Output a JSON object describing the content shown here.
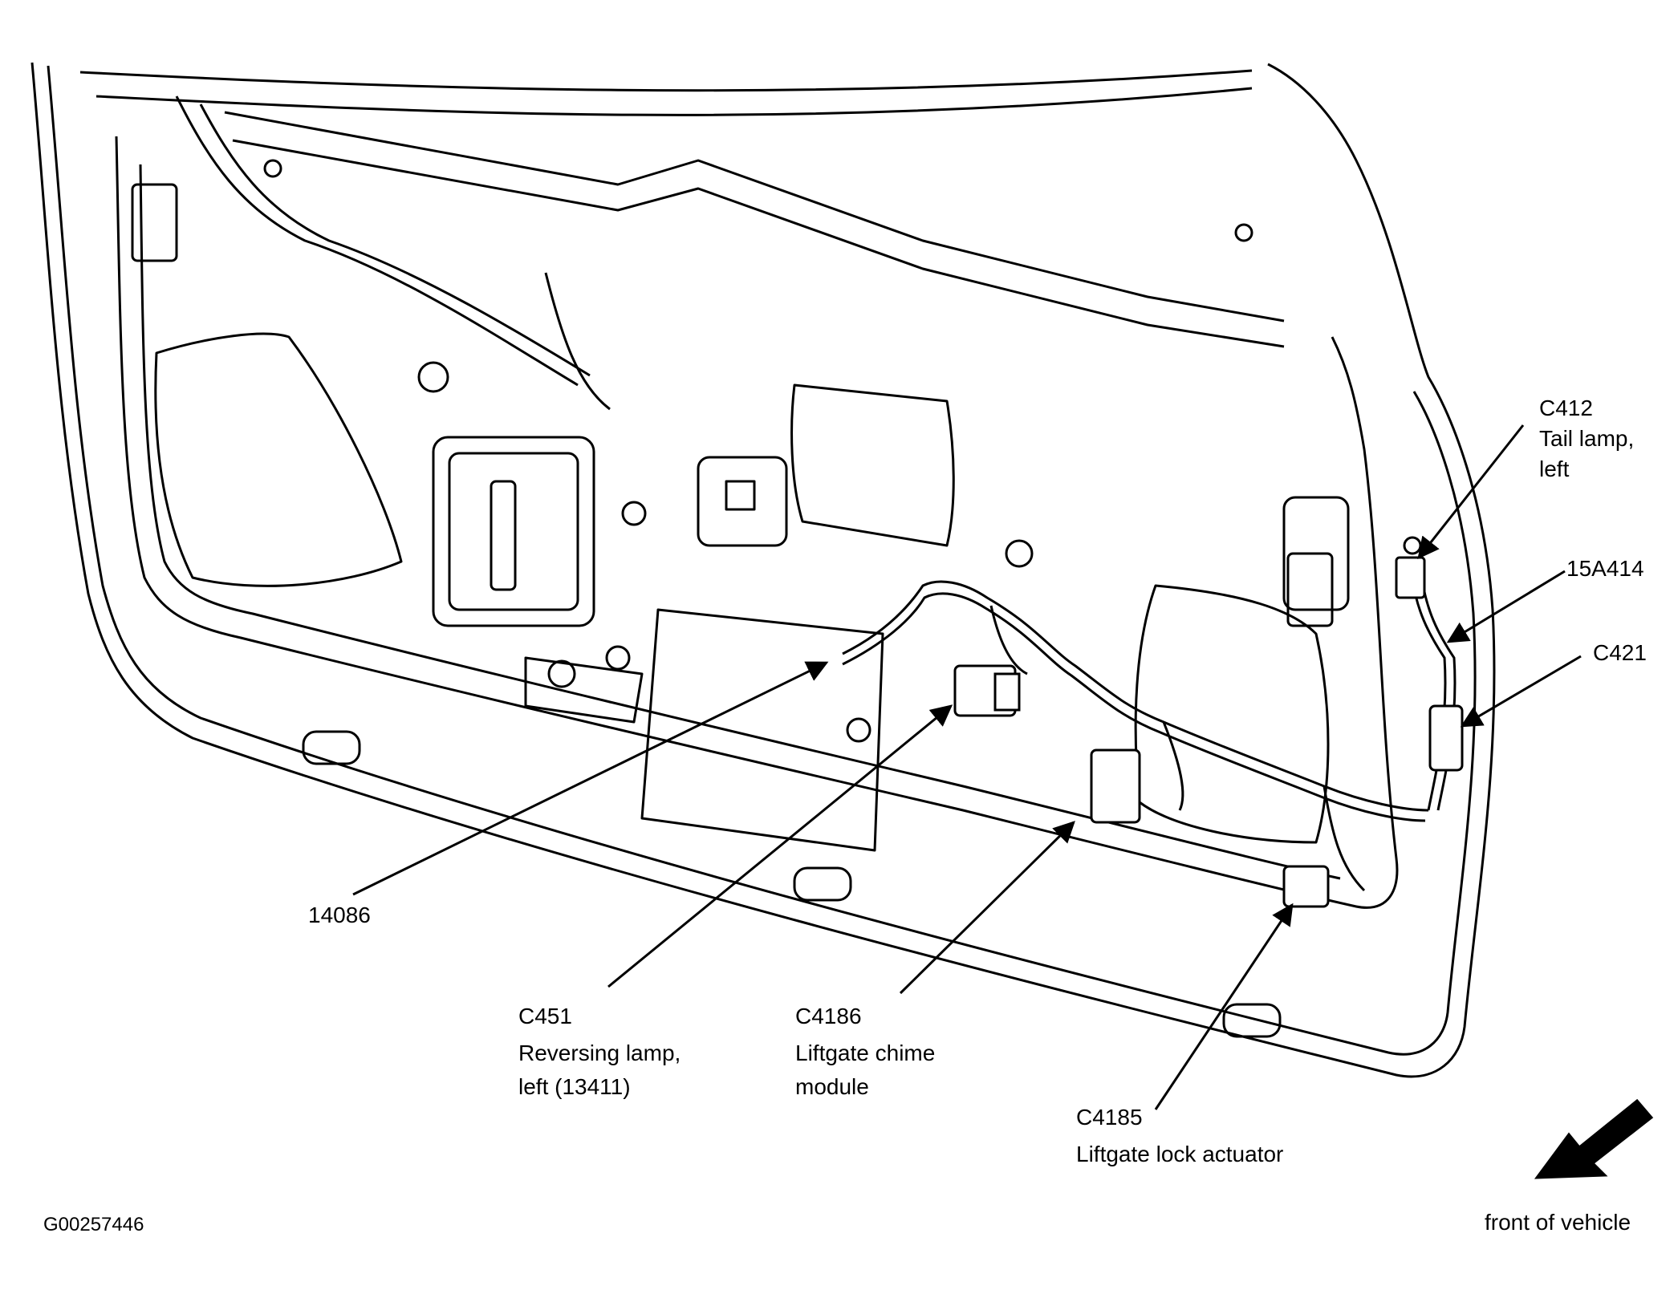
{
  "figure_id": "G00257446",
  "orientation_label": "front of vehicle",
  "callouts": {
    "c412": {
      "code": "C412",
      "line1": "Tail lamp,",
      "line2": "left"
    },
    "p15a414": {
      "code": "15A414"
    },
    "c421": {
      "code": "C421"
    },
    "p14086": {
      "code": "14086"
    },
    "c451": {
      "code": "C451",
      "line1": "Reversing lamp,",
      "line2": "left (13411)"
    },
    "c4186": {
      "code": "C4186",
      "line1": "Liftgate chime",
      "line2": "module"
    },
    "c4185": {
      "code": "C4185",
      "line1": "Liftgate lock actuator"
    }
  },
  "colors": {
    "ink": "#000000",
    "paper": "#ffffff"
  }
}
